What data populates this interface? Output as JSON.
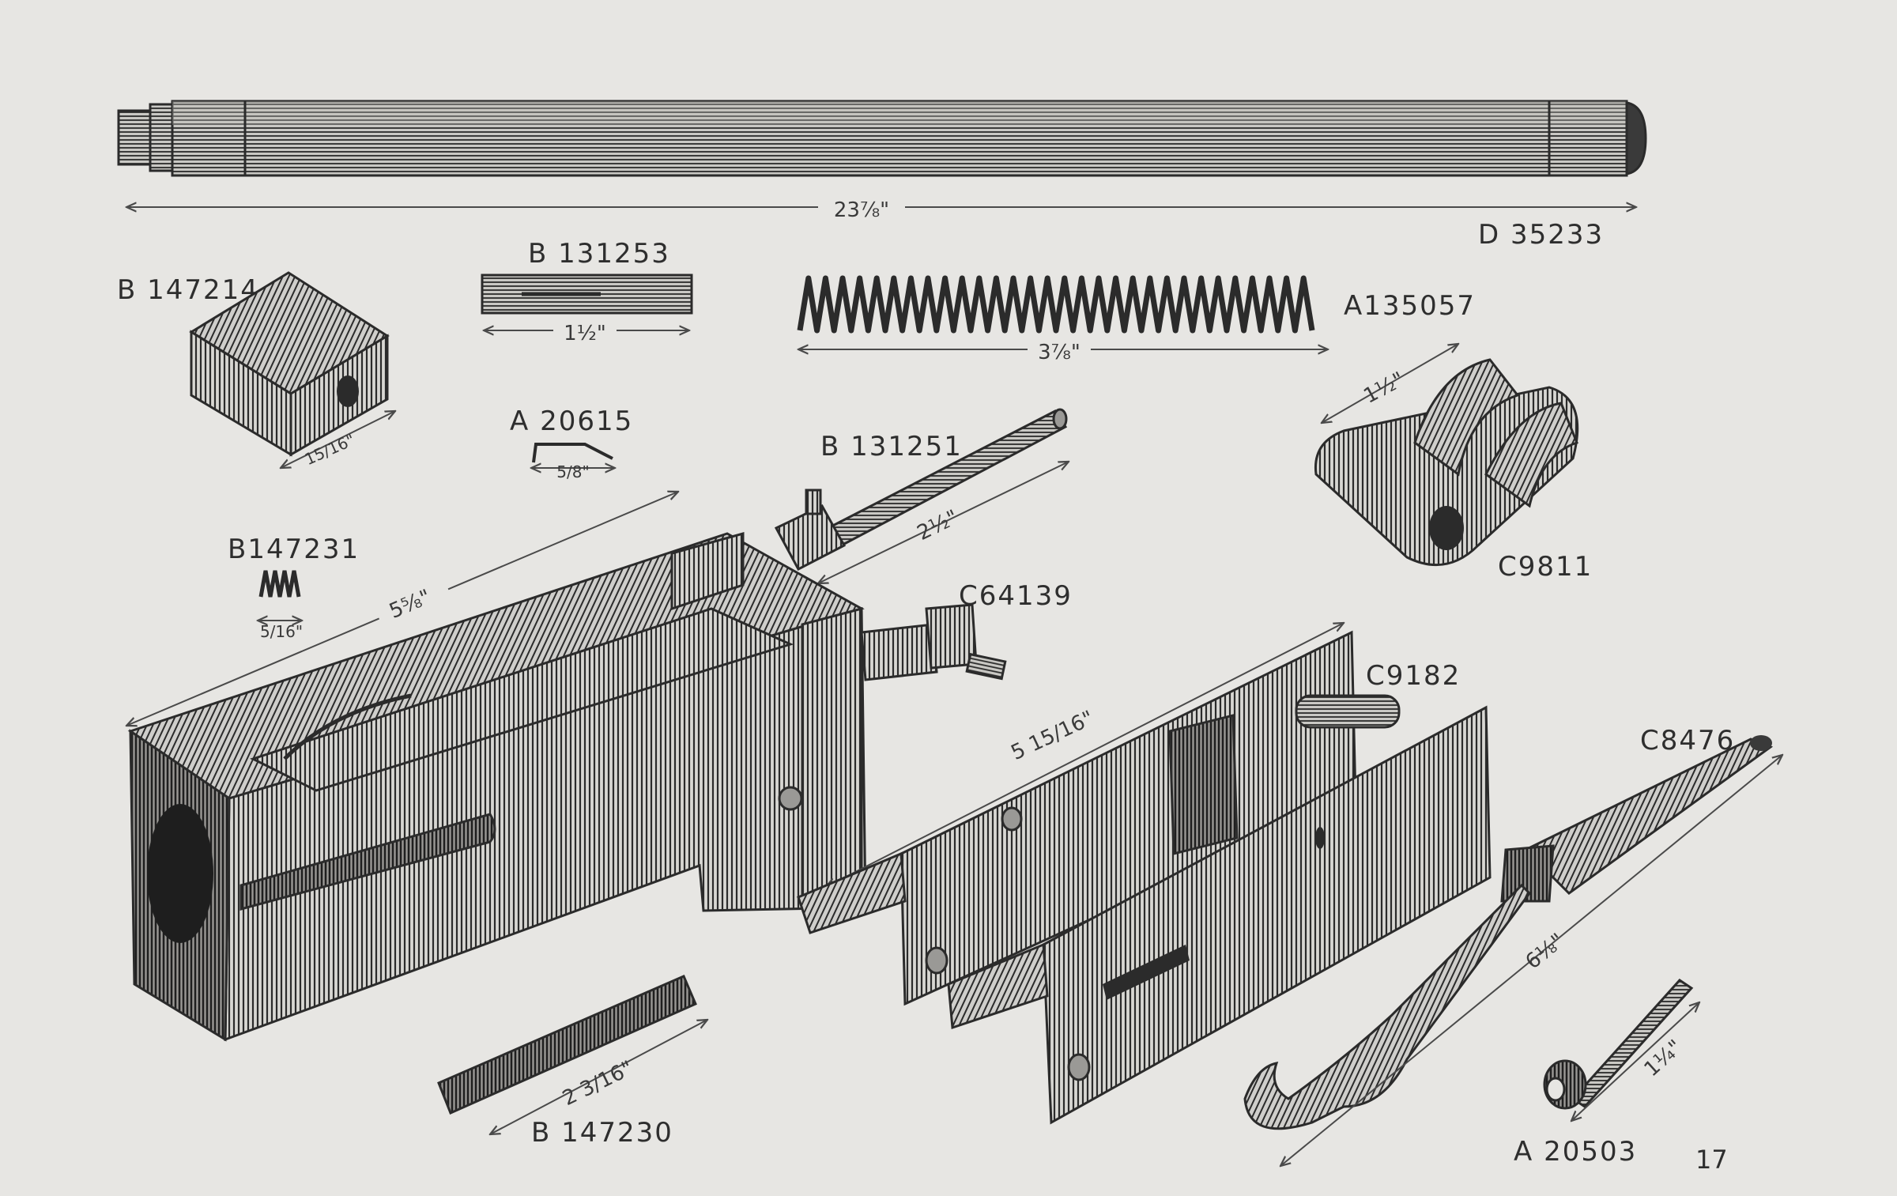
{
  "page_number": "17",
  "parts": [
    {
      "id": "barrel",
      "part_no": "D 35233",
      "dimension": "23⅞\""
    },
    {
      "id": "block",
      "part_no": "B 147214",
      "dimension": "15/16\""
    },
    {
      "id": "tube",
      "part_no": "B 131253",
      "dimension": "1½\""
    },
    {
      "id": "long-spring",
      "part_no": "A135057",
      "dimension": "3⅞\""
    },
    {
      "id": "bent-wire",
      "part_no": "A 20615",
      "dimension": "5/8\""
    },
    {
      "id": "pin-rod",
      "part_no": "B 131251",
      "dimension": "2½\""
    },
    {
      "id": "yoke",
      "part_no": "C9811",
      "dimension": "1½\""
    },
    {
      "id": "small-spring",
      "part_no": "B147231",
      "dimension": "5/16\""
    },
    {
      "id": "stud",
      "part_no": "C64139",
      "dimension": ""
    },
    {
      "id": "receiver",
      "part_no": "",
      "dimension": "5⅝\""
    },
    {
      "id": "trigger-housing",
      "part_no": "C9182",
      "dimension": "5 15/16\""
    },
    {
      "id": "lever",
      "part_no": "C8476",
      "dimension": "6⅛\""
    },
    {
      "id": "plate",
      "part_no": "B 147230",
      "dimension": "2 3/16\""
    },
    {
      "id": "firing-pin",
      "part_no": "A 20503",
      "dimension": "1¼\""
    }
  ],
  "colors": {
    "paper": "#e7e6e3",
    "ink": "#2b2b2b",
    "shade": "#6a6a6a"
  }
}
